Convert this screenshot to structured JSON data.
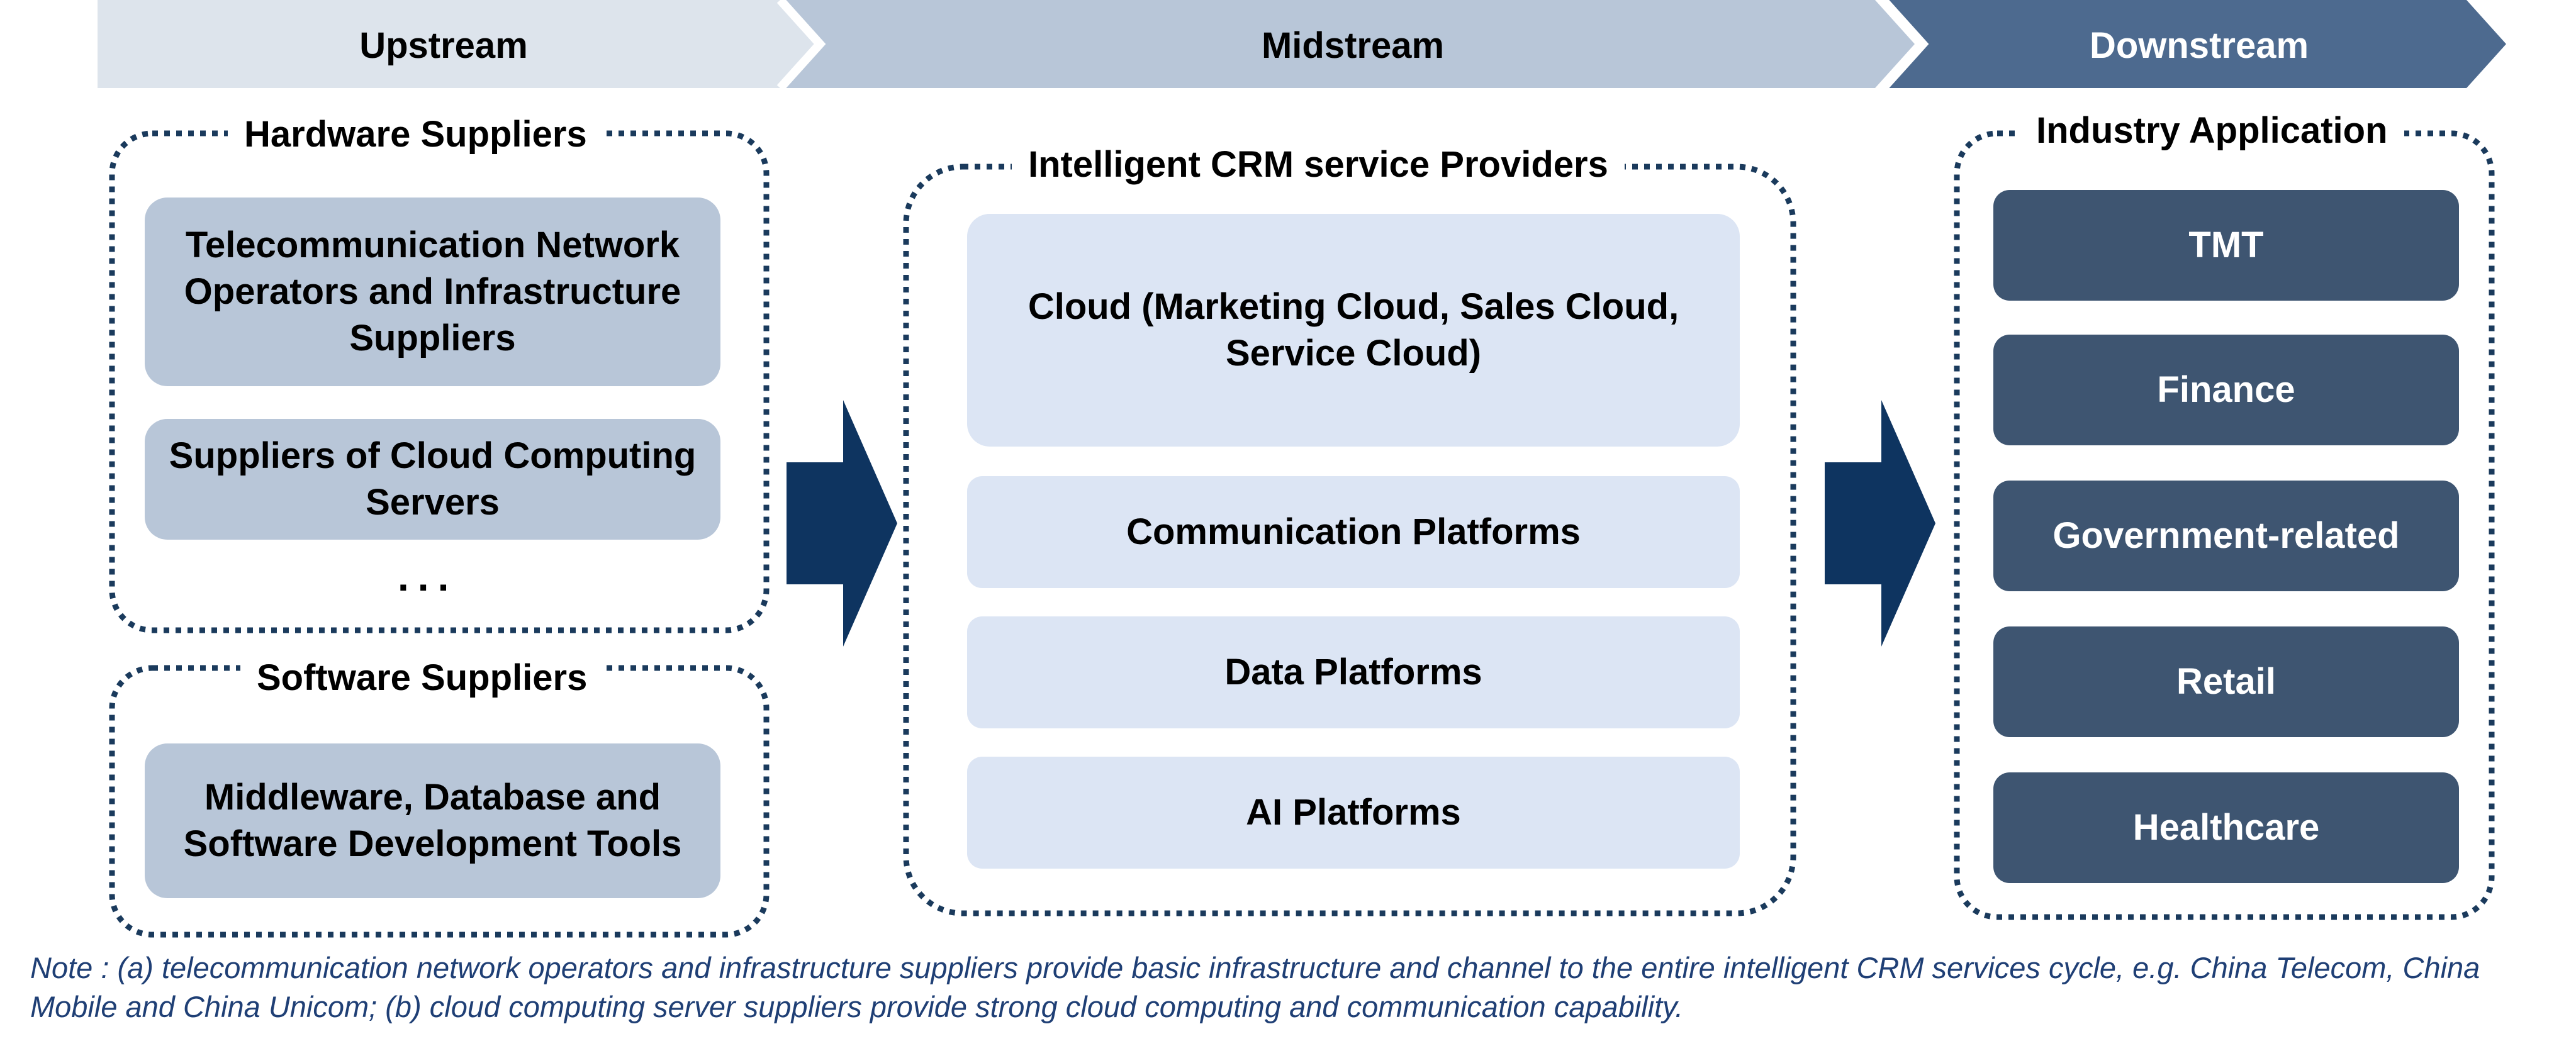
{
  "stages": {
    "upstream": "Upstream",
    "midstream": "Midstream",
    "downstream": "Downstream"
  },
  "upstream": {
    "hardware": {
      "title": "Hardware Suppliers",
      "items": [
        "Telecommunication Network Operators and Infrastructure Suppliers",
        "Suppliers of Cloud Computing Servers"
      ],
      "ellipsis": "..."
    },
    "software": {
      "title": "Software Suppliers",
      "items": [
        "Middleware, Database and Software Development Tools"
      ]
    }
  },
  "midstream": {
    "title": "Intelligent CRM service Providers",
    "items": [
      "Cloud (Marketing Cloud, Sales Cloud, Service Cloud)",
      "Communication Platforms",
      "Data Platforms",
      "AI Platforms"
    ]
  },
  "downstream": {
    "title": "Industry Application",
    "items": [
      "TMT",
      "Finance",
      "Government-related",
      "Retail",
      "Healthcare"
    ]
  },
  "note": "Note : (a) telecommunication network operators and infrastructure suppliers provide basic infrastructure and channel to the entire intelligent CRM services cycle, e.g. China Telecom, China Mobile and China Unicom; (b) cloud computing server suppliers provide strong cloud computing and communication capability.",
  "colors": {
    "upstream_banner": "#dde4ec",
    "midstream_banner": "#b8c6d8",
    "downstream_banner": "#4d6a8f",
    "flow_arrow": "#0e3460",
    "dotted_border": "#1a3a5c"
  }
}
